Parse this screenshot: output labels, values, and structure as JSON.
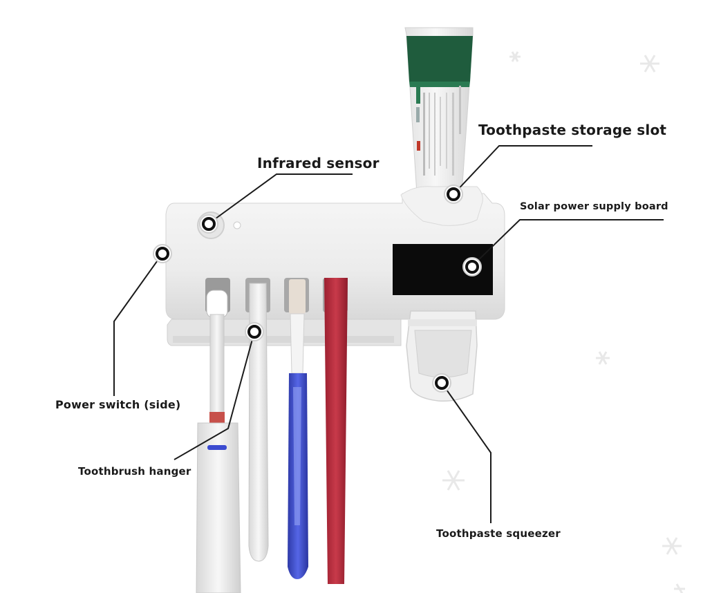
{
  "labels": {
    "toothpaste_storage_slot": "Toothpaste storage slot",
    "infrared_sensor": "Infrared sensor",
    "solar_power_supply_board": "Solar power supply board",
    "power_switch": "Power switch (side)",
    "toothbrush_hanger": "Toothbrush hanger",
    "toothpaste_squeezer": "Toothpaste squeezer"
  },
  "colors": {
    "background": "#ffffff",
    "device_body": "#eeeeee",
    "tube_green": "#1f5c3d",
    "solar_panel": "#0b0b0b",
    "brush_red": "#b52b3a",
    "brush_blue": "#3b4bd0",
    "callout_line": "#1a1a1a"
  }
}
